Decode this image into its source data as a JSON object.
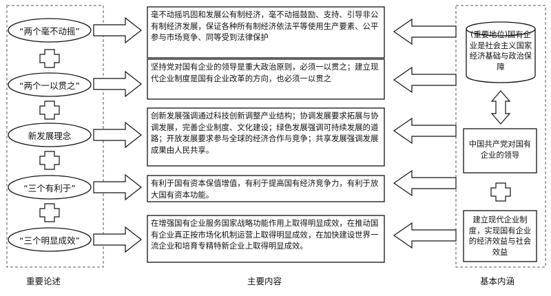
{
  "diagram": {
    "left_column": {
      "items": [
        {
          "label": "“两个毫不动摇”"
        },
        {
          "label": "“两个一以贯之”"
        },
        {
          "label": "新发展理念"
        },
        {
          "label": "“三个有利于”"
        },
        {
          "label": "“三个明显成效”"
        }
      ]
    },
    "middle_column": {
      "items": [
        {
          "text": "毫不动摇巩固和发展公有制经济，毫不动摇鼓励、支持、引导非公有制经济发展，保证各种所有制经济依法平等使用生产要素、公平参与市场竞争、同等受到法律保护"
        },
        {
          "text": "坚持党对国有企业的领导是重大政治原则，必须一以贯之；建立现代企业制度是国有企业改革的方向，也必须一以贯之"
        },
        {
          "text": "创新发展强调通过科技创新调整产业结构；协调发展要求拓展与协调发展，完善企业制度、文化建设；绿色发展强调可持续发展的道路；开放发展要求参与全球的经济合作与竞争；共享发展强调发展成果由人民共享。"
        },
        {
          "text": "有利于国有资本保值增值，有利于提高国有经济竞争力，有利于放大国有资本功能。"
        },
        {
          "text": "在增强国有企业服务国家战略功能作用上取得明显成效，在推动国有企业真正按市场化机制运营上取得明显成效，在加快建设世界一流企业和培育专精特新企业上取得明显成效。"
        }
      ]
    },
    "right_column": {
      "cylinder_text": "(重要地位)国有企业是社会主义国家经济基础与政治保障",
      "box1_text": "中国共产党对国有企业的领导",
      "box2_text": "建立现代企业制度，实现国有企业的经济效益与社会效益"
    },
    "footer": {
      "left": "重要论述",
      "middle": "主要内容",
      "right": "基本内涵"
    }
  }
}
